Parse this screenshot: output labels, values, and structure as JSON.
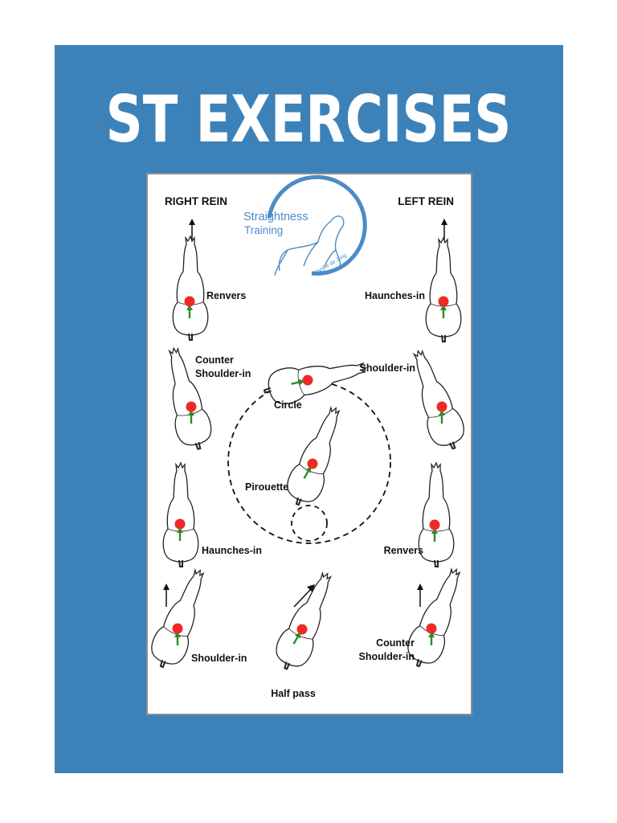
{
  "page": {
    "title": "ST EXERCISES"
  },
  "colors": {
    "background": "#3c82b9",
    "title_text": "#ffffff",
    "dot": "#ee2a24",
    "arrow": "#2b8a2b",
    "logo": "#4a8cc7"
  },
  "logo": {
    "line1": "Straightness",
    "line2": "Training",
    "signature": "Marijke de Jong"
  },
  "headers": {
    "right_rein": "RIGHT REIN",
    "left_rein": "LEFT REIN"
  },
  "labels": {
    "renvers_top": "Renvers",
    "haunches_in_top": "Haunches-in",
    "counter_shoulder_in_left_1": "Counter",
    "counter_shoulder_in_left_2": "Shoulder-in",
    "shoulder_in_right_top": "Shoulder-in",
    "circle": "Circle",
    "pirouette": "Pirouette",
    "haunches_in_left": "Haunches-in",
    "renvers_right": "Renvers",
    "shoulder_in_bottom": "Shoulder-in",
    "half_pass": "Half pass",
    "counter_shoulder_in_right_1": "Counter",
    "counter_shoulder_in_right_2": "Shoulder-in"
  },
  "icons": [
    "horse-top-view-icon",
    "up-arrow-icon",
    "diagonal-arrow-icon",
    "rearing-horse-logo-icon"
  ]
}
